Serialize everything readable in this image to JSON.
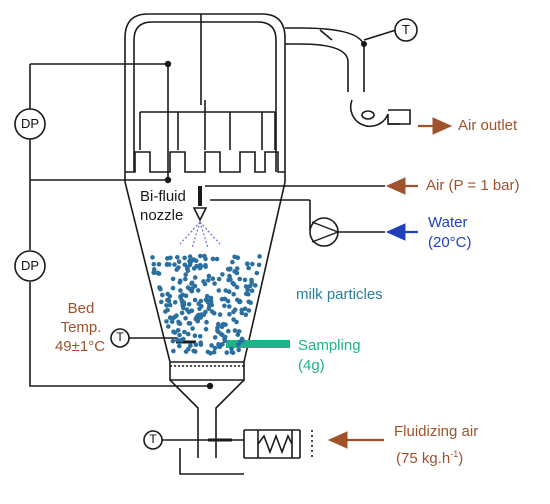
{
  "labels": {
    "dp_top": "DP",
    "dp_bottom": "DP",
    "t_outlet": "T",
    "t_bed": "T",
    "t_inlet": "T",
    "air_outlet": "Air outlet",
    "air_in": "Air (P = 1 bar)",
    "nozzle_line1": "Bi-fluid",
    "nozzle_line2": "nozzle",
    "water_line1": "Water",
    "water_line2": "(20°C)",
    "milk": "milk particles",
    "bed_line1": "Bed",
    "bed_line2": "Temp.",
    "bed_line3": "49±1°C",
    "sampling_line1": "Sampling",
    "sampling_line2": "(4g)",
    "fluid_line1": "Fluidizing air",
    "fluid_line2_main": "(75 kg.h",
    "fluid_line2_sup": "-1",
    "fluid_line2_end": ")"
  },
  "colors": {
    "line": "#1a1a1a",
    "arrow_brown": "#a0522d",
    "arrow_blue": "#1f3fbf",
    "particle": "#2a6fa0",
    "spray": "#6a6ad0",
    "sampling_bar": "#1fb38a"
  }
}
